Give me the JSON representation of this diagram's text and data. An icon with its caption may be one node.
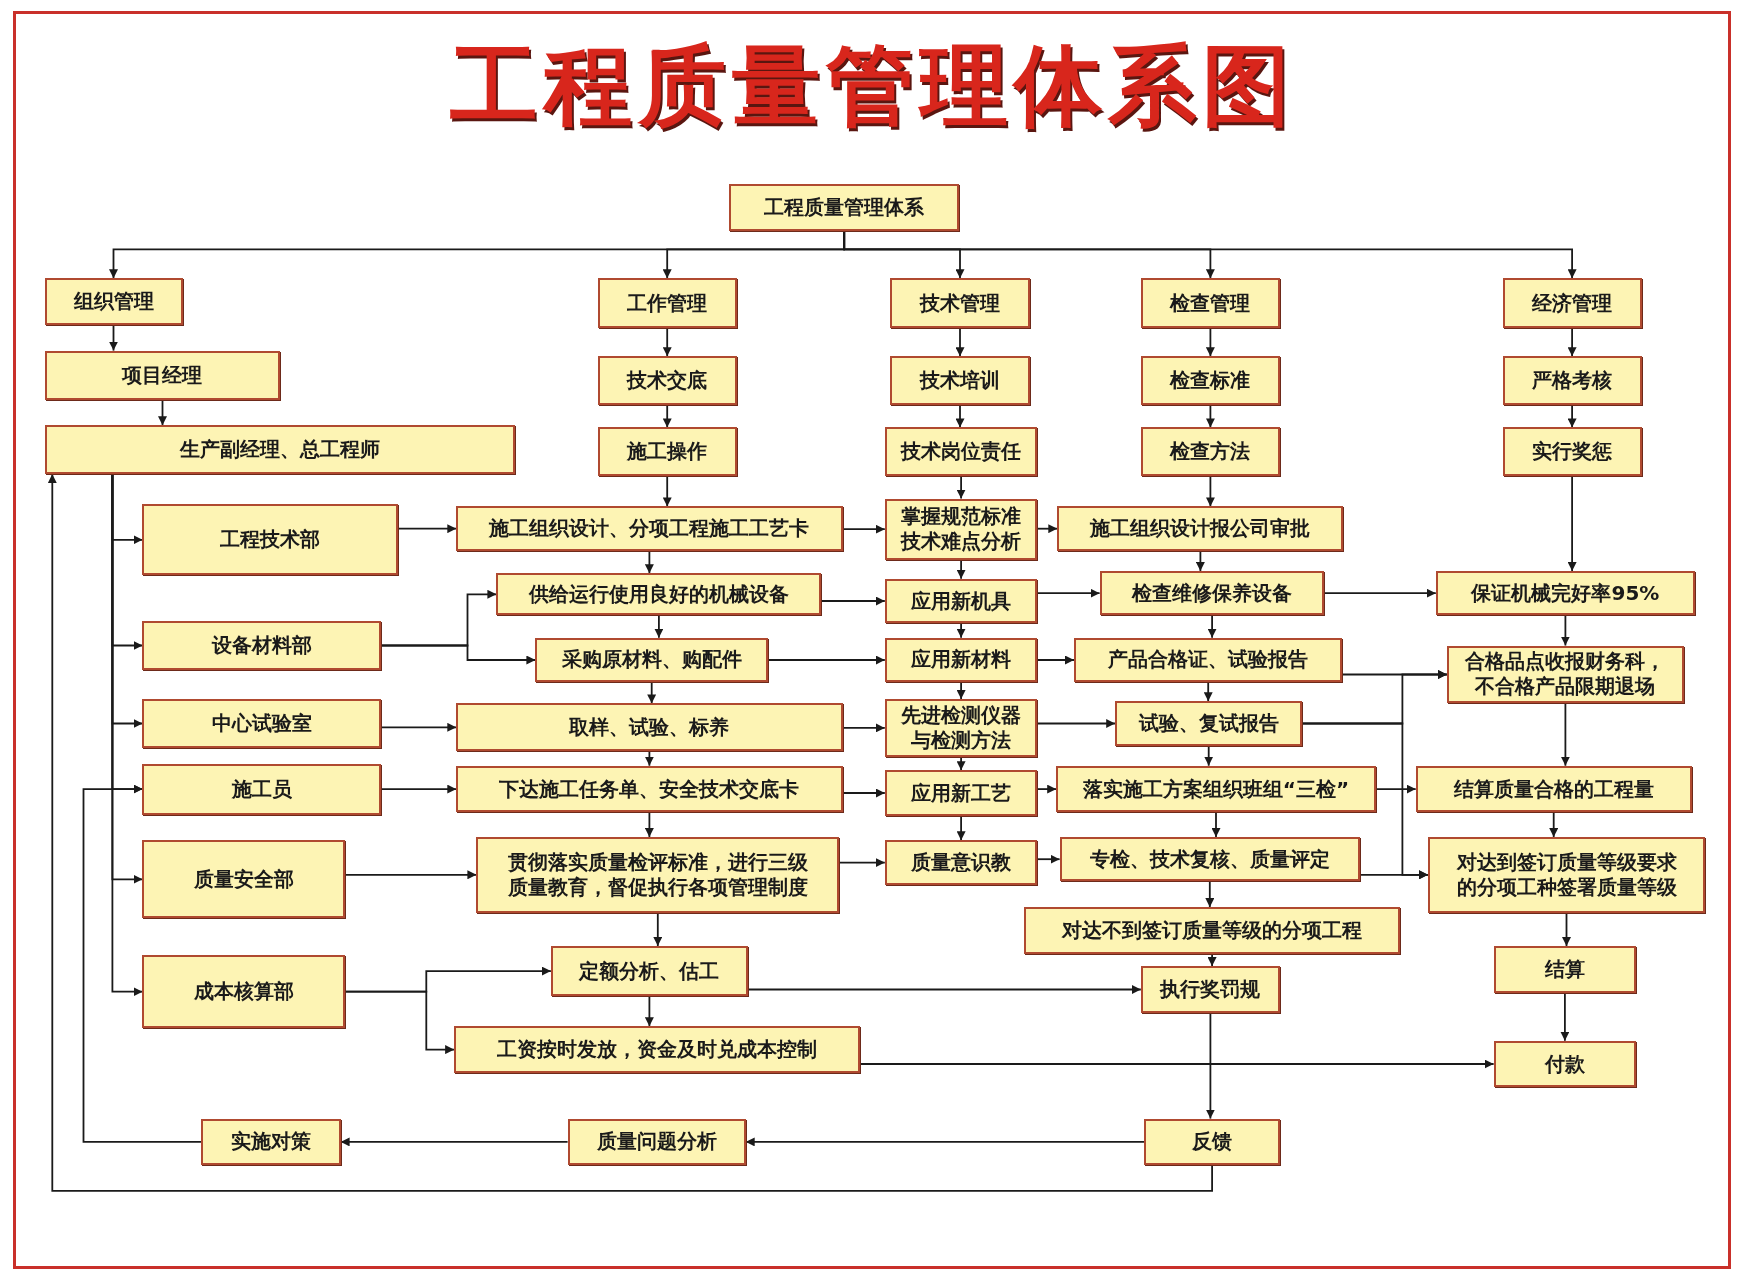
{
  "diagram": {
    "title": "工程质量管理体系图",
    "nodes": [
      {
        "text": [
          "工程质量管理体系"
        ]
      },
      {
        "text": [
          "组织管理"
        ]
      },
      {
        "text": [
          "项目经理"
        ]
      },
      {
        "text": [
          "生产副经理、总工程师"
        ]
      },
      {
        "text": [
          "工程技术部"
        ]
      },
      {
        "text": [
          "设备材料部"
        ]
      },
      {
        "text": [
          "中心试验室"
        ]
      },
      {
        "text": [
          "施工员"
        ]
      },
      {
        "text": [
          "质量安全部"
        ]
      },
      {
        "text": [
          "成本核算部"
        ]
      },
      {
        "text": [
          "工作管理"
        ]
      },
      {
        "text": [
          "技术交底"
        ]
      },
      {
        "text": [
          "施工操作"
        ]
      },
      {
        "text": [
          "施工组织设计、分项工程施工工艺卡"
        ]
      },
      {
        "text": [
          "供给运行使用良好的机械设备"
        ]
      },
      {
        "text": [
          "采购原材料、购配件"
        ]
      },
      {
        "text": [
          "取样、试验、标养"
        ]
      },
      {
        "text": [
          "下达施工任务单、安全技术交底卡"
        ]
      },
      {
        "text": [
          "贯彻落实质量检评标准，进行三级质量教育，督促执行各项管理制度"
        ]
      },
      {
        "text": [
          "定额分析、估工"
        ]
      },
      {
        "text": [
          "工资按时发放，资金及时兑成本控制"
        ]
      },
      {
        "text": [
          "技术管理"
        ]
      },
      {
        "text": [
          "技术培训"
        ]
      },
      {
        "text": [
          "技术岗位责任"
        ]
      },
      {
        "text": [
          "掌握规范标准技术难点分析"
        ]
      },
      {
        "text": [
          "应用新机具"
        ]
      },
      {
        "text": [
          "应用新材料"
        ]
      },
      {
        "text": [
          "先进检测仪器与检测方法"
        ]
      },
      {
        "text": [
          "应用新工艺"
        ]
      },
      {
        "text": [
          "质量意识教"
        ]
      },
      {
        "text": [
          "检查管理"
        ]
      },
      {
        "text": [
          "检查标准"
        ]
      },
      {
        "text": [
          "检查方法"
        ]
      },
      {
        "text": [
          "施工组织设计报公司审批"
        ]
      },
      {
        "text": [
          "检查维修保养设备"
        ]
      },
      {
        "text": [
          "产品合格证、试验报告"
        ]
      },
      {
        "text": [
          "试验、复试报告"
        ]
      },
      {
        "text": [
          "落实施工方案组织班组“三检”"
        ]
      },
      {
        "text": [
          "专检、技术复核、质量评定"
        ]
      },
      {
        "text": [
          "对达不到签订质量等级的分项工程"
        ]
      },
      {
        "text": [
          "执行奖罚规"
        ]
      },
      {
        "text": [
          "经济管理"
        ]
      },
      {
        "text": [
          "严格考核"
        ]
      },
      {
        "text": [
          "实行奖惩"
        ]
      },
      {
        "text": [
          "保证机械完好率95%"
        ]
      },
      {
        "text": [
          "合格品点收报财务科，不合格产品限期退场"
        ]
      },
      {
        "text": [
          "结算质量合格的工程量"
        ]
      },
      {
        "text": [
          "对达到签订质量等级要求的分项工种签署质量等级"
        ]
      },
      {
        "text": [
          "结算"
        ]
      },
      {
        "text": [
          "付款"
        ]
      },
      {
        "text": [
          "实施对策"
        ]
      },
      {
        "text": [
          "质量问题分析"
        ]
      },
      {
        "text": [
          "反馈"
        ]
      }
    ],
    "edges": [
      {
        "from": 0,
        "to": 1,
        "arrow": "to"
      },
      {
        "from": 0,
        "to": 10,
        "arrow": "to"
      },
      {
        "from": 0,
        "to": 21,
        "arrow": "to"
      },
      {
        "from": 0,
        "to": 30,
        "arrow": "to"
      },
      {
        "from": 0,
        "to": 41,
        "arrow": "to"
      },
      {
        "from": 1,
        "to": 2,
        "arrow": "to"
      },
      {
        "from": 2,
        "to": 3,
        "arrow": "to"
      },
      {
        "from": 3,
        "to": 4,
        "arrow": "to"
      },
      {
        "from": 3,
        "to": 5,
        "arrow": "to"
      },
      {
        "from": 3,
        "to": 6,
        "arrow": "to"
      },
      {
        "from": 3,
        "to": 7,
        "arrow": "to"
      },
      {
        "from": 3,
        "to": 8,
        "arrow": "to"
      },
      {
        "from": 3,
        "to": 9,
        "arrow": "to"
      },
      {
        "from": 10,
        "to": 11,
        "arrow": "to"
      },
      {
        "from": 11,
        "to": 12,
        "arrow": "to"
      },
      {
        "from": 12,
        "to": 13,
        "arrow": "to"
      },
      {
        "from": 13,
        "to": 14,
        "arrow": "to"
      },
      {
        "from": 14,
        "to": 15,
        "arrow": "to"
      },
      {
        "from": 15,
        "to": 16,
        "arrow": "to"
      },
      {
        "from": 16,
        "to": 17,
        "arrow": "to"
      },
      {
        "from": 17,
        "to": 18,
        "arrow": "to"
      },
      {
        "from": 18,
        "to": 19,
        "arrow": "to"
      },
      {
        "from": 19,
        "to": 20,
        "arrow": "to"
      },
      {
        "from": 21,
        "to": 22,
        "arrow": "to"
      },
      {
        "from": 22,
        "to": 23,
        "arrow": "to"
      },
      {
        "from": 23,
        "to": 24,
        "arrow": "to"
      },
      {
        "from": 24,
        "to": 25,
        "arrow": "to"
      },
      {
        "from": 25,
        "to": 26,
        "arrow": "to"
      },
      {
        "from": 26,
        "to": 27,
        "arrow": "to"
      },
      {
        "from": 27,
        "to": 28,
        "arrow": "to"
      },
      {
        "from": 28,
        "to": 29,
        "arrow": "to"
      },
      {
        "from": 30,
        "to": 31,
        "arrow": "to"
      },
      {
        "from": 31,
        "to": 32,
        "arrow": "to"
      },
      {
        "from": 32,
        "to": 33,
        "arrow": "to"
      },
      {
        "from": 33,
        "to": 34,
        "arrow": "to"
      },
      {
        "from": 34,
        "to": 35,
        "arrow": "to"
      },
      {
        "from": 35,
        "to": 36,
        "arrow": "to"
      },
      {
        "from": 36,
        "to": 37,
        "arrow": "to"
      },
      {
        "from": 37,
        "to": 38,
        "arrow": "to"
      },
      {
        "from": 38,
        "to": 39,
        "arrow": "to"
      },
      {
        "from": 39,
        "to": 40,
        "arrow": "to"
      },
      {
        "from": 41,
        "to": 42,
        "arrow": "to"
      },
      {
        "from": 42,
        "to": 43,
        "arrow": "to"
      },
      {
        "from": 43,
        "to": 44,
        "arrow": "to"
      },
      {
        "from": 44,
        "to": 45,
        "arrow": "to"
      },
      {
        "from": 45,
        "to": 46,
        "arrow": "to"
      },
      {
        "from": 46,
        "to": 47,
        "arrow": "to"
      },
      {
        "from": 47,
        "to": 48,
        "arrow": "to"
      },
      {
        "from": 48,
        "to": 49,
        "arrow": "to"
      },
      {
        "from": 4,
        "to": 13,
        "arrow": "to"
      },
      {
        "from": 13,
        "to": 24,
        "arrow": "to"
      },
      {
        "from": 24,
        "to": 33,
        "arrow": "to"
      },
      {
        "from": 5,
        "to": 14,
        "arrow": "to"
      },
      {
        "from": 5,
        "to": 15,
        "arrow": "to"
      },
      {
        "from": 14,
        "to": 25,
        "arrow": "to"
      },
      {
        "from": 25,
        "to": 34,
        "arrow": "to"
      },
      {
        "from": 34,
        "to": 44,
        "arrow": "to"
      },
      {
        "from": 15,
        "to": 26,
        "arrow": "to"
      },
      {
        "from": 26,
        "to": 35,
        "arrow": "to"
      },
      {
        "from": 35,
        "to": 45,
        "arrow": "to"
      },
      {
        "from": 6,
        "to": 16,
        "arrow": "to"
      },
      {
        "from": 16,
        "to": 27,
        "arrow": "to"
      },
      {
        "from": 27,
        "to": 36,
        "arrow": "to"
      },
      {
        "from": 36,
        "to": 45,
        "arrow": "to"
      },
      {
        "from": 36,
        "to": 47,
        "arrow": "to"
      },
      {
        "from": 7,
        "to": 17,
        "arrow": "to"
      },
      {
        "from": 17,
        "to": 28,
        "arrow": "to"
      },
      {
        "from": 28,
        "to": 37,
        "arrow": "to"
      },
      {
        "from": 37,
        "to": 46,
        "arrow": "to"
      },
      {
        "from": 8,
        "to": 18,
        "arrow": "to"
      },
      {
        "from": 18,
        "to": 29,
        "arrow": "to"
      },
      {
        "from": 29,
        "to": 38,
        "arrow": "to"
      },
      {
        "from": 38,
        "to": 47,
        "arrow": "to"
      },
      {
        "from": 9,
        "to": 19,
        "arrow": "to"
      },
      {
        "from": 9,
        "to": 20,
        "arrow": "to"
      },
      {
        "from": 19,
        "to": 40,
        "arrow": "to"
      },
      {
        "from": 20,
        "to": 49,
        "arrow": "to"
      },
      {
        "from": 40,
        "to": 52,
        "arrow": "to"
      },
      {
        "from": 52,
        "to": 51,
        "arrow": "to"
      },
      {
        "from": 51,
        "to": 50,
        "arrow": "to"
      },
      {
        "from": 50,
        "to": 7,
        "arrow": "to"
      },
      {
        "from": 52,
        "to": 3,
        "arrow": "to"
      }
    ]
  }
}
